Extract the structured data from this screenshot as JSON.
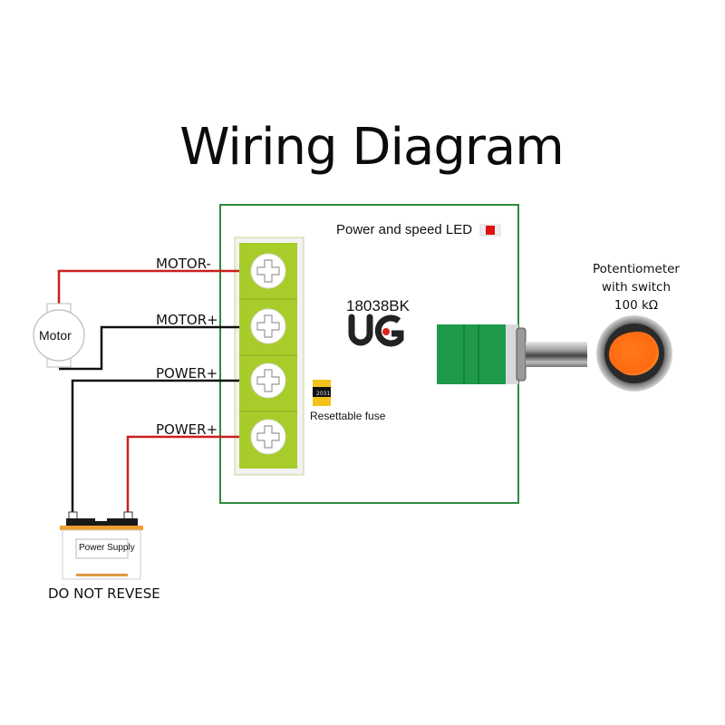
{
  "title": "Wiring Diagram",
  "board": {
    "model": "18038BK",
    "logo": "UG",
    "led_label": "Power and speed LED",
    "fuse_label": "Resettable fuse",
    "fuse_code": "2031",
    "colors": {
      "border": "#2e8b3e",
      "terminal": "#a8cc2a",
      "led": "#e01010",
      "fuse": "#f2c21b"
    }
  },
  "terminals": [
    {
      "label": "MOTOR-",
      "wire_color": "#cc1f1f",
      "connects_to": "Motor"
    },
    {
      "label": "MOTOR+",
      "wire_color": "#111111",
      "connects_to": "Motor"
    },
    {
      "label": "POWER+",
      "wire_color": "#111111",
      "connects_to": "Power Supply"
    },
    {
      "label": "POWER+",
      "wire_color": "#cc1f1f",
      "connects_to": "Power Supply"
    }
  ],
  "motor": {
    "label": "Motor"
  },
  "power_supply": {
    "label": "Power Supply",
    "warning": "DO NOT REVESE"
  },
  "potentiometer": {
    "line1": "Potentiometer",
    "line2": "with switch",
    "line3": "100 kΩ",
    "colors": {
      "body": "#1f9a4a",
      "knob": "#ff6a10"
    }
  }
}
